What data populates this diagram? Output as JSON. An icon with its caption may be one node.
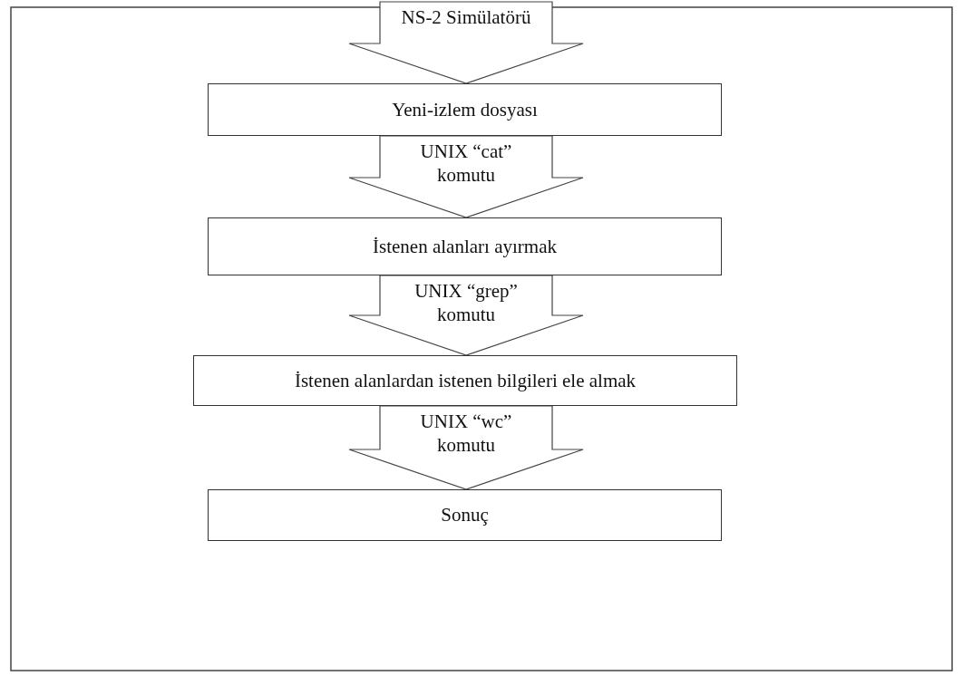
{
  "diagram": {
    "nodes": [
      {
        "text": [
          "Yeni-izlem dosyası"
        ]
      },
      {
        "text": [
          "İstenen alanları ayırmak"
        ]
      },
      {
        "text": [
          "İstenen alanlardan istenen bilgileri ele almak"
        ]
      },
      {
        "text": [
          "Sonuç"
        ]
      }
    ],
    "edges": [
      {
        "from": null,
        "to": 0,
        "arrow": "to",
        "label": "NS-2 Simülatörü"
      },
      {
        "from": 0,
        "to": 1,
        "arrow": "to",
        "label": "UNIX “cat” komutu"
      },
      {
        "from": 1,
        "to": 2,
        "arrow": "to",
        "label": "UNIX “grep” komutu"
      },
      {
        "from": 2,
        "to": 3,
        "arrow": "to",
        "label": "UNIX “wc” komutu"
      }
    ]
  }
}
